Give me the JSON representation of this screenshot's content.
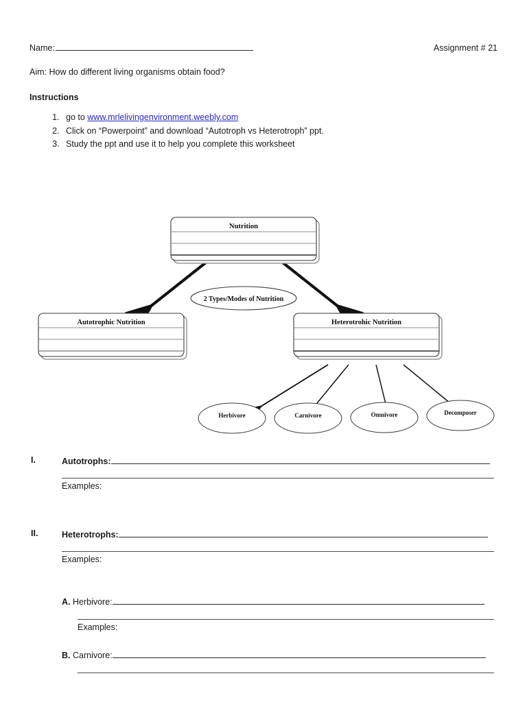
{
  "header": {
    "name_label": "Name:",
    "assignment": "Assignment # 21",
    "aim": "Aim: How do different living organisms obtain food?"
  },
  "instructions": {
    "title": "Instructions",
    "items": [
      {
        "prefix": "go to ",
        "link": "www.mrlelivingenvironment.weebly.com",
        "suffix": ""
      },
      {
        "prefix": "Click on “Powerpoint” and download “Autotroph vs Heterotroph” ppt.",
        "link": "",
        "suffix": ""
      },
      {
        "prefix": "Study the ppt and use it to help you complete this worksheet",
        "link": "",
        "suffix": ""
      }
    ]
  },
  "diagram": {
    "root_box": "Nutrition",
    "connector_label": "2 Types/Modes of Nutrition",
    "left_box": "Autotrophic Nutrition",
    "right_box": "Heterotrohic Nutrition",
    "ellipses": [
      "Herbivore",
      "Carnivore",
      "Omnivore",
      "Decomposer"
    ]
  },
  "sections": [
    {
      "numeral": "I.",
      "label": "Autotrophs:",
      "examples_label": "Examples:"
    },
    {
      "numeral": "II.",
      "label": "Heterotrophs:",
      "examples_label": "Examples:"
    }
  ],
  "subsections": [
    {
      "letter": "A.",
      "label": "Herbivore:",
      "examples_label": "Examples:"
    },
    {
      "letter": "B.",
      "label": "Carnivore:",
      "examples_label": ""
    }
  ],
  "colors": {
    "link": "#2727c8",
    "rule": "#2b2b2b",
    "ink": "#1a1a1a"
  }
}
